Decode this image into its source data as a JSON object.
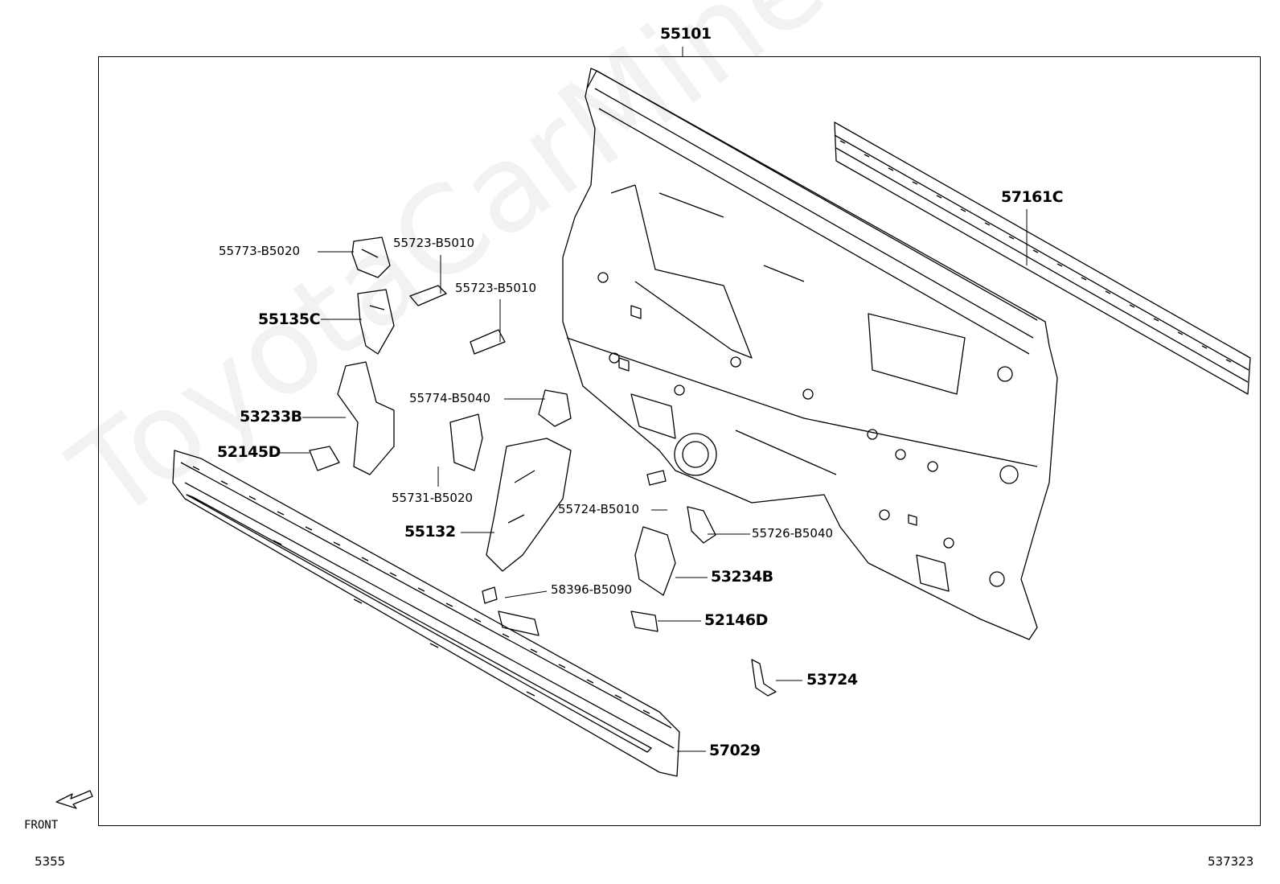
{
  "diagram": {
    "watermark": "ToyotaCarMine.ru",
    "part_labels": [
      "55101",
      "57161C",
      "55773-B5020",
      "55723-B5010",
      "55723-B5010",
      "55135C",
      "55774-B5040",
      "53233B",
      "52145D",
      "55731-B5020",
      "55724-B5010",
      "55132",
      "55726-B5040",
      "53234B",
      "58396-B5090",
      "52146D",
      "53724",
      "57029"
    ],
    "front_label": "FRONT",
    "footer_left": "5355",
    "footer_right": "537323"
  }
}
